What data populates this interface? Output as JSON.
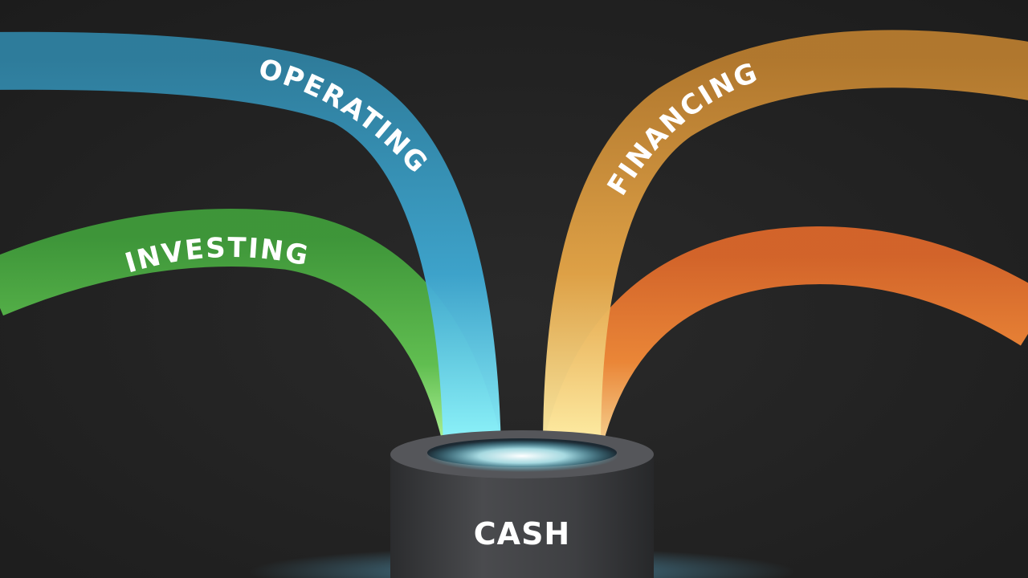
{
  "flows": [
    {
      "key": "operating",
      "label": "OPERATING",
      "color": "#3a9fc4"
    },
    {
      "key": "investing",
      "label": "INVESTING",
      "color": "#5cbf4a"
    },
    {
      "key": "financing",
      "label": "FINANCING",
      "color": "#e09a38"
    },
    {
      "key": "fourth",
      "label": "",
      "color": "#f08030"
    }
  ],
  "sink": {
    "label": "CASH"
  },
  "colors": {
    "background": "#242424",
    "container": "#3a3b3d",
    "glow_cyan": "#7ff4ff",
    "glow_warm": "#ffe9a0"
  }
}
